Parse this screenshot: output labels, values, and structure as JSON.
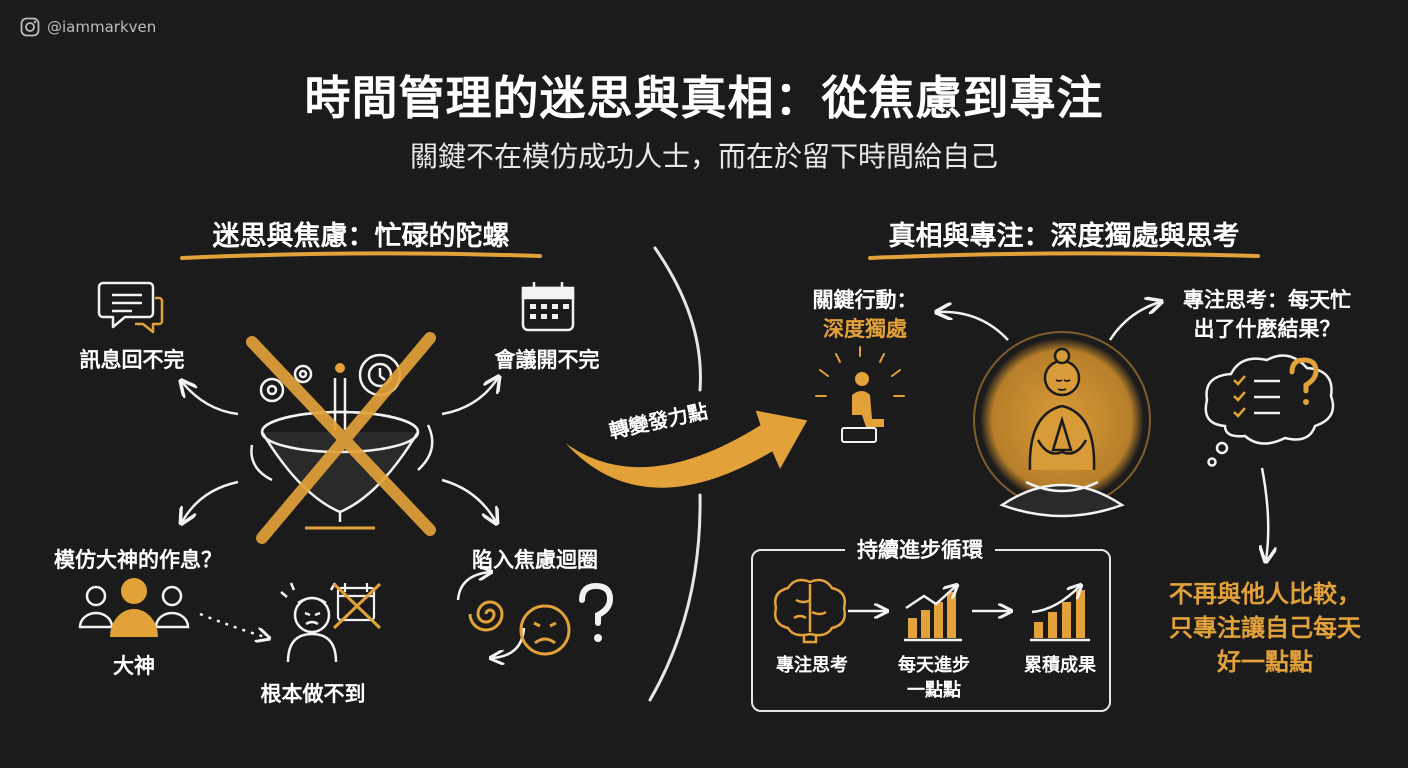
{
  "header": {
    "handle": "@iammarkven",
    "title": "時間管理的迷思與真相：從焦慮到專注",
    "subtitle": "關鍵不在模仿成功人士，而在於留下時間給自己"
  },
  "left": {
    "heading": "迷思與焦慮：忙碌的陀螺",
    "messages": "訊息回不完",
    "meetings": "會議開不完",
    "imitate": "模仿大神的作息？",
    "master": "大神",
    "cannot": "根本做不到",
    "anxiety": "陷入焦慮迴圈"
  },
  "turning_point": "轉變發力點",
  "right": {
    "heading": "真相與專注：深度獨處與思考",
    "action_line1": "關鍵行動：",
    "action_line2": "深度獨處",
    "think_line1": "專注思考：每天忙",
    "think_line2": "出了什麼結果？",
    "cycle_title": "持續進步循環",
    "step1": "專注思考",
    "step2_line1": "每天進步",
    "step2_line2": "一點點",
    "step3": "累積成果",
    "conclusion_line1": "不再與他人比較，",
    "conclusion_line2": "只專注讓自己每天",
    "conclusion_line3": "好一點點"
  },
  "colors": {
    "accent": "#e3a13a",
    "background": "#1b1b1b",
    "text": "#ffffff"
  },
  "icons": [
    "instagram-icon",
    "chat-bubbles-icon",
    "calendar-icon",
    "gears-icon",
    "spinning-top-icon",
    "cross-out-icon",
    "people-icon",
    "frustrated-person-icon",
    "spiral-icon",
    "sad-face-icon",
    "question-icon",
    "turning-arrow-icon",
    "sitting-person-icon",
    "meditating-person-icon",
    "thought-bubble-icon",
    "brain-icon",
    "bar-chart-icon",
    "rising-chart-icon"
  ]
}
